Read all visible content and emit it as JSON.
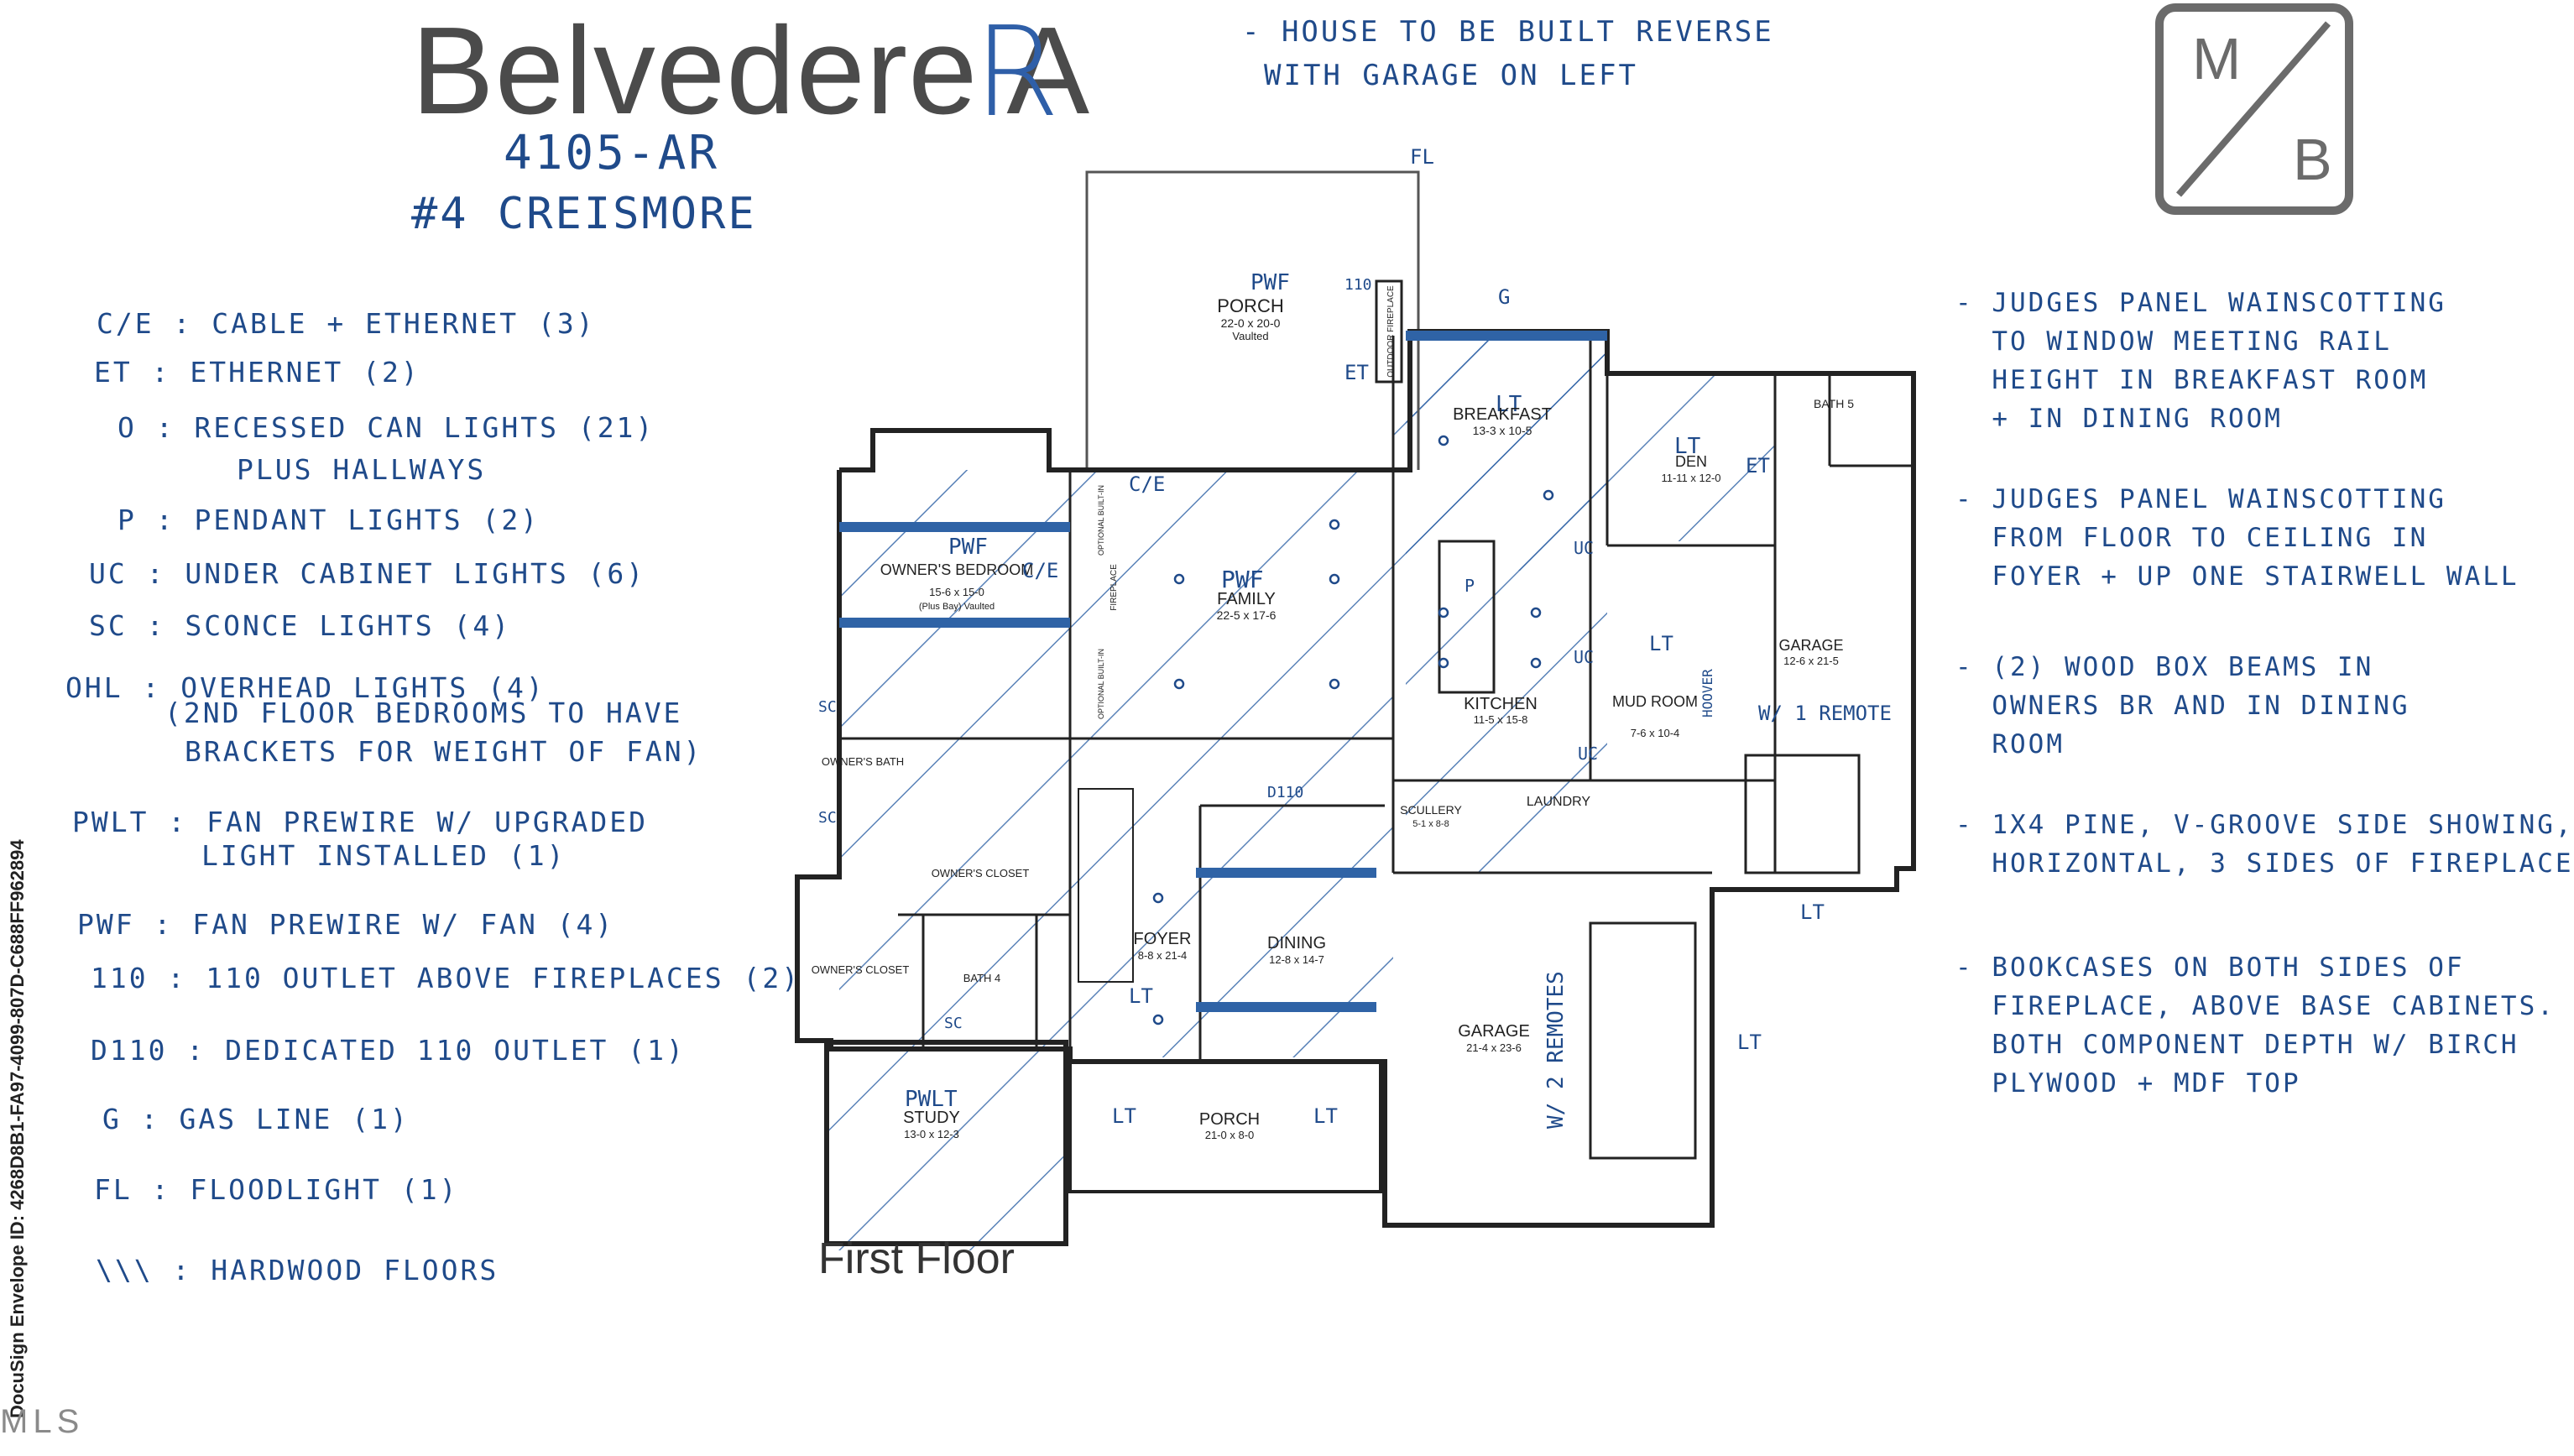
{
  "header": {
    "title": "Belvedere A",
    "title_suffix": "R",
    "reverse_note": [
      "- HOUSE TO BE BUILT REVERSE",
      "WITH GARAGE ON LEFT"
    ],
    "plan_number": "4105-AR",
    "lot": "#4 CREISMORE"
  },
  "logo": {
    "top_letter": "M",
    "bottom_letter": "B"
  },
  "legend": [
    "C/E : CABLE + ETHERNET (3)",
    "ET : ETHERNET (2)",
    "O : RECESSED CAN LIGHTS (21)",
    "PLUS HALLWAYS",
    "P : PENDANT LIGHTS (2)",
    "UC : UNDER CABINET LIGHTS (6)",
    "SC : SCONCE LIGHTS (4)",
    "OHL : OVERHEAD LIGHTS (4)",
    "(2ND FLOOR BEDROOMS TO HAVE",
    "BRACKETS FOR WEIGHT OF FAN)",
    "PWLT : FAN PREWIRE W/ UPGRADED",
    "LIGHT INSTALLED (1)",
    "PWF : FAN PREWIRE W/ FAN (4)",
    "110 : 110 OUTLET ABOVE FIREPLACES (2)",
    "D110 : DEDICATED 110 OUTLET (1)",
    "G : GAS LINE (1)",
    "FL : FLOODLIGHT (1)",
    "\\\\\\ : HARDWOOD FLOORS"
  ],
  "notes": [
    "- JUDGES PANEL WAINSCOTTING\n  TO WINDOW MEETING RAIL\n  HEIGHT IN BREAKFAST ROOM\n  + IN DINING ROOM",
    "- JUDGES PANEL WAINSCOTTING\n  FROM FLOOR TO CEILING IN\n  FOYER + UP ONE STAIRWELL WALL",
    "- (2) WOOD BOX BEAMS IN\n  OWNERS BR AND IN DINING\n  ROOM",
    "- 1x4 PINE, V-GROOVE SIDE SHOWING,\n  HORIZONTAL, 3 SIDES OF FIREPLACE",
    "- BOOKCASES ON BOTH SIDES OF\n  FIREPLACE, ABOVE BASE CABINETS.\n  BOTH COMPONENT DEPTH W/ BIRCH\n  PLYWOOD + MDF TOP"
  ],
  "rooms": {
    "porch_rear": {
      "name": "PORCH",
      "dims": "22-0 x 20-0",
      "extra": "Vaulted",
      "tag": "PWF"
    },
    "breakfast": {
      "name": "BREAKFAST",
      "dims": "13-3 x 10-5",
      "tag": "LT"
    },
    "den": {
      "name": "DEN",
      "dims": "11-11 x 12-0",
      "tag": "LT"
    },
    "bath5": {
      "name": "BATH 5"
    },
    "owners_bedroom": {
      "name": "OWNER'S BEDROOM",
      "dims": "15-6 x 15-0",
      "extra": "(Plus Bay) Vaulted",
      "tag": "PWF"
    },
    "family": {
      "name": "FAMILY",
      "dims": "22-5 x 17-6",
      "tag": "PWF"
    },
    "kitchen": {
      "name": "KITCHEN",
      "dims": "11-5 x 15-8"
    },
    "mud_room": {
      "name": "MUD ROOM",
      "dims": "7-6 x 10-4"
    },
    "garage_rear": {
      "name": "GARAGE",
      "dims": "12-6 x 21-5",
      "note": "W/ 1 REMOTE"
    },
    "owners_bath": {
      "name": "OWNER'S BATH"
    },
    "owners_closet_1": {
      "name": "OWNER'S CLOSET"
    },
    "owners_closet_2": {
      "name": "OWNER'S CLOSET"
    },
    "bath4": {
      "name": "BATH 4"
    },
    "scullery": {
      "name": "SCULLERY",
      "dims": "5-1 x 8-8"
    },
    "laundry": {
      "name": "LAUNDRY"
    },
    "foyer": {
      "name": "FOYER",
      "dims": "8-8 x 21-4"
    },
    "dining": {
      "name": "DINING",
      "dims": "12-8 x 14-7"
    },
    "garage_front": {
      "name": "GARAGE",
      "dims": "21-4 x 23-6",
      "note": "W/ 2 REMOTES"
    },
    "study": {
      "name": "STUDY",
      "dims": "13-0 x 12-3",
      "tag": "PWLT"
    },
    "porch_front": {
      "name": "PORCH",
      "dims": "21-0 x 8-0"
    }
  },
  "fixtures": {
    "fireplace_rear": "OUTDOOR FIREPLACE",
    "fireplace_family": "FIREPLACE",
    "builtin_left": "OPTIONAL BUILT-IN",
    "builtin_right": "OPTIONAL BUILT-IN"
  },
  "annotations": {
    "ce": "C/E",
    "et": "ET",
    "o": "O",
    "sc": "SC",
    "uc": "UC",
    "lt": "LT",
    "g": "G",
    "p": "P",
    "d110": "D110",
    "v110": "110",
    "fl": "FL",
    "hoover": "HOOVER"
  },
  "floor_label": "First Floor",
  "envelope_id": "DocuSign Envelope ID: 4268D8B1-FA97-4099-807D-C688FF962894",
  "watermark": "MLS",
  "colors": {
    "ink": "#1f4a8a",
    "lines": "#222222",
    "title": "#4b4b4b",
    "logo": "#6b6b6b"
  }
}
